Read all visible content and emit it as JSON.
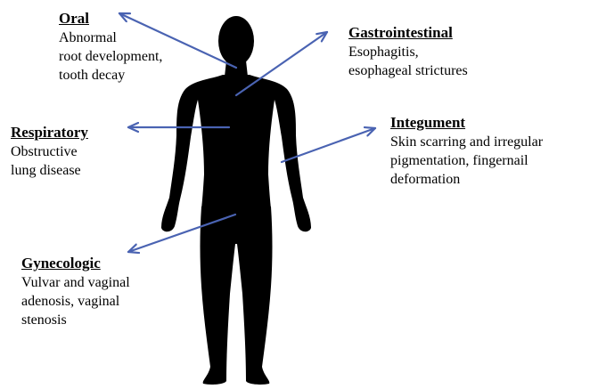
{
  "colors": {
    "arrow": "#4a63b2",
    "silhouette": "#000000",
    "text": "#000000",
    "background": "#ffffff"
  },
  "labels": {
    "oral": {
      "title": "Oral",
      "lines": [
        "Abnormal",
        "root development,",
        "tooth decay"
      ]
    },
    "gastro": {
      "title": "Gastrointestinal",
      "lines": [
        "Esophagitis,",
        "esophageal strictures"
      ]
    },
    "respiratory": {
      "title": "Respiratory",
      "lines": [
        "Obstructive",
        "lung disease"
      ]
    },
    "integument": {
      "title": "Integument",
      "lines": [
        "Skin scarring and irregular",
        "pigmentation, fingernail",
        "deformation"
      ]
    },
    "gyn": {
      "title": "Gynecologic",
      "lines": [
        "Vulvar and vaginal",
        "adenosis, vaginal",
        "stenosis"
      ]
    }
  }
}
